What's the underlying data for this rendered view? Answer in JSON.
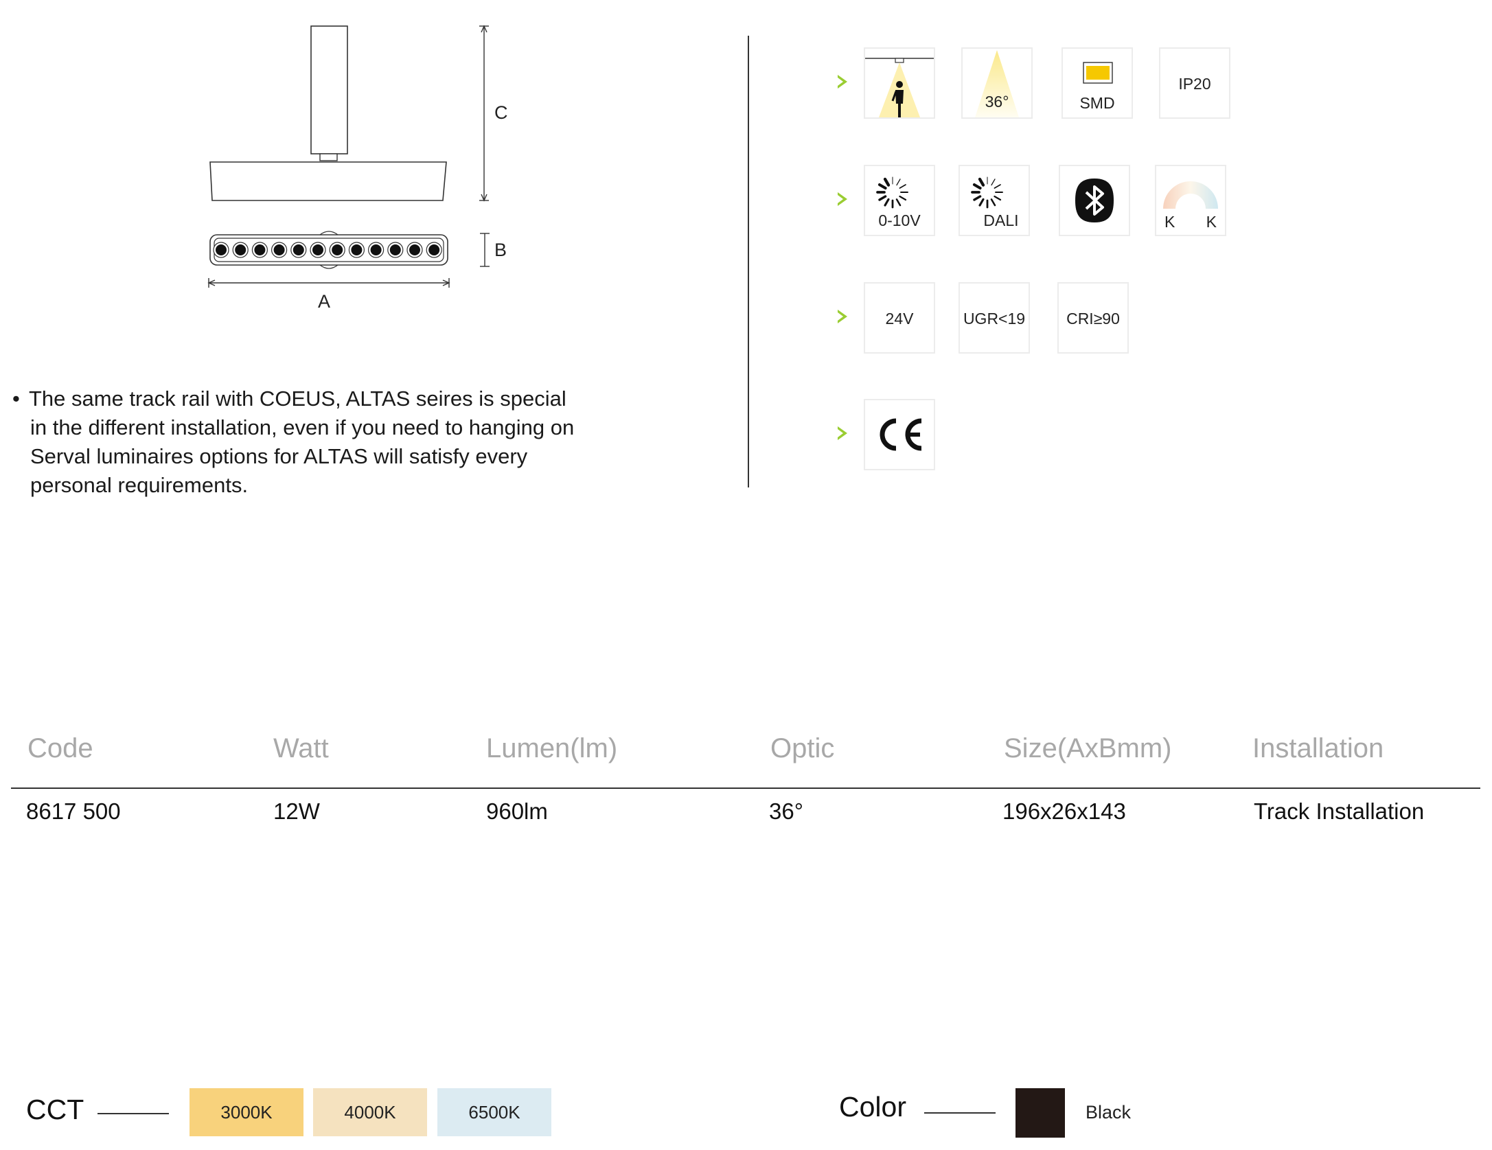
{
  "diagram": {
    "label_a": "A",
    "label_b": "B",
    "label_c": "C"
  },
  "description": {
    "bullet": "•",
    "lines": [
      "The same track rail with COEUS, ALTAS seires is special",
      "in the different installation, even if you need to hanging on",
      "Serval luminaires options for ALTAS will satisfy every",
      "personal requirements."
    ]
  },
  "icons": {
    "row1": [
      {
        "name": "person-light-icon",
        "label": ""
      },
      {
        "name": "beam-angle-icon",
        "label": "36°"
      },
      {
        "name": "smd-chip-icon",
        "label": "SMD"
      },
      {
        "name": "ip-rating-icon",
        "label": "IP20"
      }
    ],
    "row2": [
      {
        "name": "dimming-icon",
        "label": "0-10V"
      },
      {
        "name": "dimming-icon",
        "label": "DALI"
      },
      {
        "name": "bluetooth-icon",
        "label": ""
      },
      {
        "name": "tunable-white-icon",
        "label_left": "K",
        "label_right": "K"
      }
    ],
    "row3": [
      {
        "name": "voltage-icon",
        "label": "24V"
      },
      {
        "name": "glare-icon",
        "label": "UGR<19"
      },
      {
        "name": "cri-icon",
        "label": "CRI≥90"
      }
    ],
    "row4": [
      {
        "name": "ce-mark-icon",
        "label": ""
      }
    ]
  },
  "table": {
    "headers": [
      "Code",
      "Watt",
      "Lumen(lm)",
      "Optic",
      "Size(AxBmm)",
      "Installation"
    ],
    "rows": [
      [
        "8617 500",
        "12W",
        "960lm",
        "36°",
        "196x26x143",
        "Track Installation"
      ]
    ]
  },
  "cct": {
    "label": "CCT",
    "options": [
      {
        "label": "3000K",
        "color": "#f8d27c"
      },
      {
        "label": "4000K",
        "color": "#f5e2bf"
      },
      {
        "label": "6500K",
        "color": "#dcebf2"
      }
    ]
  },
  "finish": {
    "label": "Color",
    "swatch_color": "#231815",
    "name": "Black"
  },
  "colors": {
    "accent_arrow": "#9acd32",
    "smd_yellow": "#f6c800"
  }
}
